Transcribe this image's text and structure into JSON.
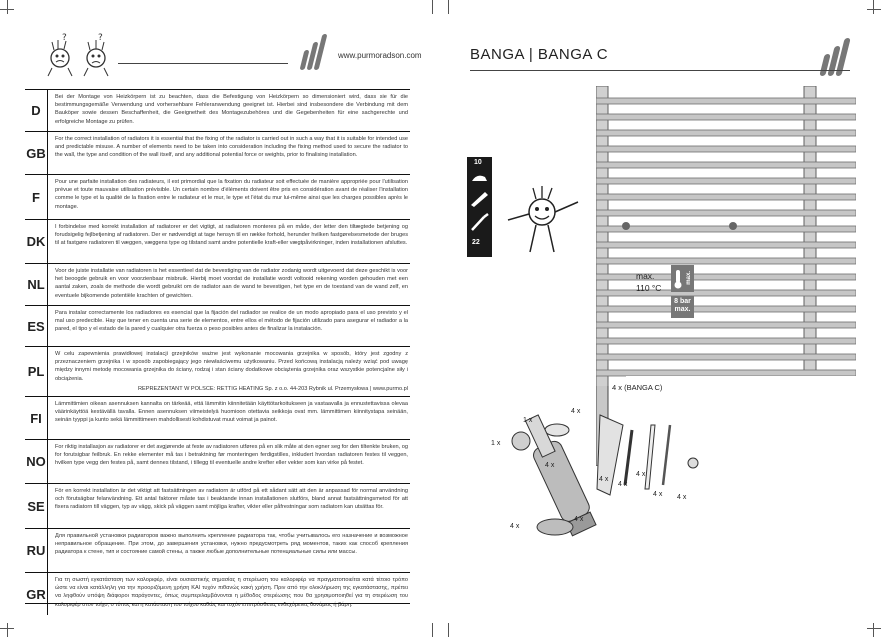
{
  "header": {
    "website": "www.purmoradson.com"
  },
  "product": {
    "title": "BANGA | BANGA C"
  },
  "languages": [
    {
      "code": "D",
      "text": "Bei der Montage von Heizkörpern ist zu beachten, dass die Befestigung von Heizkörpern so dimensioniert wird, dass sie für die bestimmungsgemäße Verwendung und vorhersehbare Fehleranwendung geeignet ist. Hierbei sind insbesondere die Verbindung mit dem Bauköper sowie dessen Beschaffenheit, die Geeignetheit des Montagezubehöres und die Gegebenheiten für eine sachgerechte und erfolgreiche Montage zu prüfen."
    },
    {
      "code": "GB",
      "text": "For the correct installation of radiators it is essential that the fixing of the radiator is carried out in such a way that it is suitable for intended use and predictable misuse. A number of elements need to be taken into consideration including the fixing method used to secure the radiator to the wall, the type and condition of the wall itself, and any additional potential force or weights, prior to finalising installation."
    },
    {
      "code": "F",
      "text": "Pour une parfaite installation des radiateurs, il est primordial que la fixation du radiateur soit effectuée de manière appropriée pour l'utilisation prévue et toute mauvaise utilisation prévisible. Un certain nombre d'éléments doivent être pris en considération avant de réaliser l'installation comme le type et la qualité de la fixation entre le radiateur et le mur, le type et l'état du mur lui-même ainsi que les charges possibles après le montage."
    },
    {
      "code": "DK",
      "text": "I forbindelse med korrekt installation af radiatorer er det vigtigt, at radiatoren monteres på en måde, der letter den tiltægtede betjening og forudsigelig fejlbetjening af radiatoren. Der er nødvendigt at tage hensyn til en række forhold, herunder hvilken fastgørelsesmetode der bruges til at fastgøre radiatoren til væggen, væggens type og tilstand samt andre potentielle kraft-eller vægtpåvirkninger, inden installationen afsluttes."
    },
    {
      "code": "NL",
      "text": "Voor de juiste installatie van radiatoren is het essentieel dat de bevestiging van de radiator zodanig wordt uitgevoerd dat deze geschikt is voor het beoogde gebruik en voor voorzienbaar misbruik. Hierbij moet voordat de installatie wordt voltooid rekening worden gehouden met een aantal zaken, zoals de methode die wordt gebruikt om de radiator aan de wand te bevestigen, het type en de toestand van de wand zelf, en eventuele bijkomende potentiële krachten of gewichten."
    },
    {
      "code": "ES",
      "text": "Para instalar correctamente los radiadores es esencial que la fijación del radiador se realice de un modo apropiado para el uso previsto y el mal uso predecible. Hay que tener en cuenta una serie de elementos, entre ellos el método de fijación utilizado para asegurar el radiador a la pared, el tipo y el estado de la pared y cualquier otra fuerza o peso posibles antes de finalizar la instalación."
    },
    {
      "code": "PL",
      "text": "W celu zapewnienia prawidłowej instalacji grzejników ważne jest wykonanie mocowania grzejnika w sposób, który jest zgodny z przeznaczeniem grzejnika i w sposób zapobiegający jego niewłaściwemu użytkowaniu. Przed końcową instalacją należy wziąć pod uwagę między innymi metodę mocowania grzejnika do ściany, rodzaj i stan ściany dodatkowe obciążenia grzejnika oraz wszystkie potencjalne siły i obciążenia.",
      "rep": "REPREZENTANT W POLSCE: RETTIG HEATING Sp. z o.o. 44-203 Rybnik ul. Przemysłowa | www.purmo.pl"
    },
    {
      "code": "FI",
      "text": "Lämmittimien oikean asennuksen kannalta on tärkeää, että lämmitin kiinnitetään käyttötarkoitukseen ja vastaavalla ja ennustettavissa olevaa väärinkäyttöä kestävällä tavalla. Ennen asennuksen viimeistelyä huomioon otettavia seikkoja ovat mm. lämmittimen kiinnitystapa seinään, seinän tyyppi ja kunto sekä lämmittimeen mahdollisesti kohdistuvat muut voimat ja painot."
    },
    {
      "code": "NO",
      "text": "For riktig installasjon av radiatorer er det avgjørende at feste av radiatoren utføres på en slik måte at den egner seg for den tiltenkte bruken, og for forutsigbar feilbruk. En rekke elementer må tas i betraktning før monteringen ferdigstilles, inkludert hvordan radiatoren festes til veggen, hvilken type vegg den festes på, samt dennes tilstand, i tillegg til eventuelle andre krefter eller vekter som kan virke på festet."
    },
    {
      "code": "SE",
      "text": "För en korrekt installation är det viktigt att fastsättningen av radiatorn är utförd på ett sådant sätt att den är anpassad för normal användning och förutsägbar felanvändning. Ett antal faktorer måste tas i beaktande innan installationen slutförs, bland annat fastsättningsmetod för att fixera radiatorn till väggen, typ av vägg, skick på väggen samt möjliga krafter, vikter eller påfrestningar som radiatorn kan utsättas för."
    },
    {
      "code": "RU",
      "text": "Для правильной установки радиаторов важно выполнить крепление радиатора так, чтобы учитывалось его назначение и возможное неправильное обращение. При этом, до завершения установки, нужно предусмотреть ряд моментов, таких как способ крепления радиатора к стене, тип и состояние самой стены, а также любые дополнительные потенциальные силы или массы."
    },
    {
      "code": "GR",
      "text": "Για τη σωστή εγκατάσταση των καλοριφέρ, είναι ουσιαστικής σημασίας η στερέωση του καλοριφέρ να πραγματοποιείται κατά τέτοιο τρόπο ώστε να είναι κατάλληλη για την προοριζόμενη χρήση ΚΑΙ τυχόν πιθανώς κακή χρήση. Πριν από την ολοκλήρωση της εγκατάστασης, πρέπει να ληφθούν υπόψη διάφοροι παράγοντες, όπως συμπεριλαμβάνονται η μέθοδος στερέωσης που θα χρησιμοποιηθεί για τη στερέωση του καλοριφέρ στον τοίχο, ο τύπος και η κατάσταση του τοίχου καθώς και τυχόν επιπρόσθετες ενδεχόμενες δυνάμεις ή βάρη."
    }
  ],
  "install_icons": {
    "top_number": "10",
    "bottom_number": "22"
  },
  "specs": {
    "max_label": "max.",
    "max_temp": "110 °C",
    "temp_badge": "max.",
    "pressure_top": "8 bar",
    "pressure_bottom": "max."
  },
  "fixings": {
    "header": "4 x (BANGA C)",
    "quantities": [
      "1 x",
      "1 x",
      "4 x",
      "4 x",
      "4 x",
      "4 x",
      "4 x",
      "4 x",
      "4 x",
      "4 x"
    ]
  },
  "colors": {
    "ink": "#222222",
    "badge_grey": "#777777",
    "icon_strip": "#1a1a1a"
  }
}
